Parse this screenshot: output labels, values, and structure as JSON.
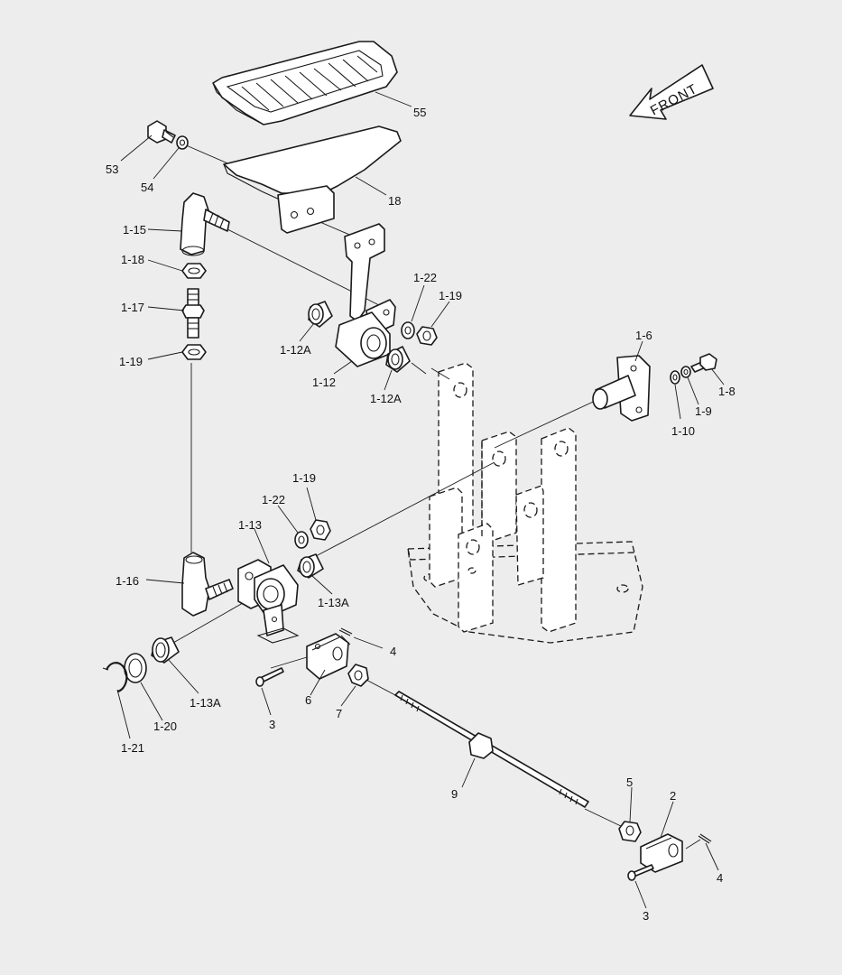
{
  "front_arrow": {
    "text": "FRONT"
  },
  "labels": {
    "p55": "55",
    "p53": "53",
    "p54": "54",
    "p18": "18",
    "p1_15": "1-15",
    "p1_18": "1-18",
    "p1_17": "1-17",
    "p1_19_top": "1-19",
    "p1_22_top": "1-22",
    "p1_19_right": "1-19",
    "p1_12a_left": "1-12A",
    "p1_12": "1-12",
    "p1_12a_right": "1-12A",
    "p1_6": "1-6",
    "p1_8": "1-8",
    "p1_9": "1-9",
    "p1_10": "1-10",
    "p1_19_mid": "1-19",
    "p1_22_mid": "1-22",
    "p1_13": "1-13",
    "p1_16": "1-16",
    "p1_13a_mid": "1-13A",
    "p4_top": "4",
    "p6": "6",
    "p7": "7",
    "p3_top": "3",
    "p1_13a_low": "1-13A",
    "p1_20": "1-20",
    "p1_21": "1-21",
    "p9": "9",
    "p5": "5",
    "p2": "2",
    "p4_low": "4",
    "p3_low": "3"
  }
}
